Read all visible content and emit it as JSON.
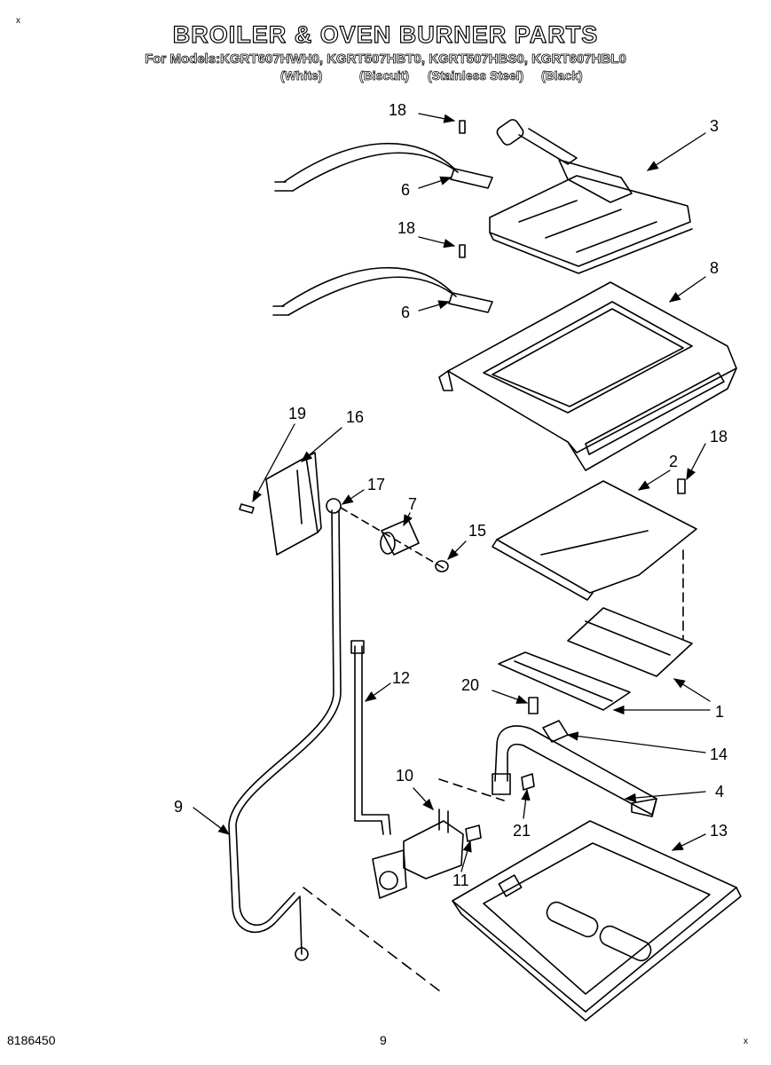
{
  "header": {
    "title": "BROILER & OVEN BURNER PARTS",
    "models_line": "For Models:KGRT607HWH0, KGRT507HBT0, KGRT507HBS0, KGRT607HBL0",
    "variants": [
      "(White)",
      "(Biscuit)",
      "(Stainless Steel)",
      "(Black)"
    ]
  },
  "callouts": {
    "c1": "1",
    "c2": "2",
    "c3": "3",
    "c4": "4",
    "c6a": "6",
    "c6b": "6",
    "c7": "7",
    "c8": "8",
    "c9": "9",
    "c10": "10",
    "c11": "11",
    "c12": "12",
    "c13": "13",
    "c14": "14",
    "c15": "15",
    "c16": "16",
    "c17": "17",
    "c18a": "18",
    "c18b": "18",
    "c18c": "18",
    "c19": "19",
    "c20": "20",
    "c21": "21"
  },
  "footer": {
    "doc_number": "8186450",
    "page": "9"
  }
}
